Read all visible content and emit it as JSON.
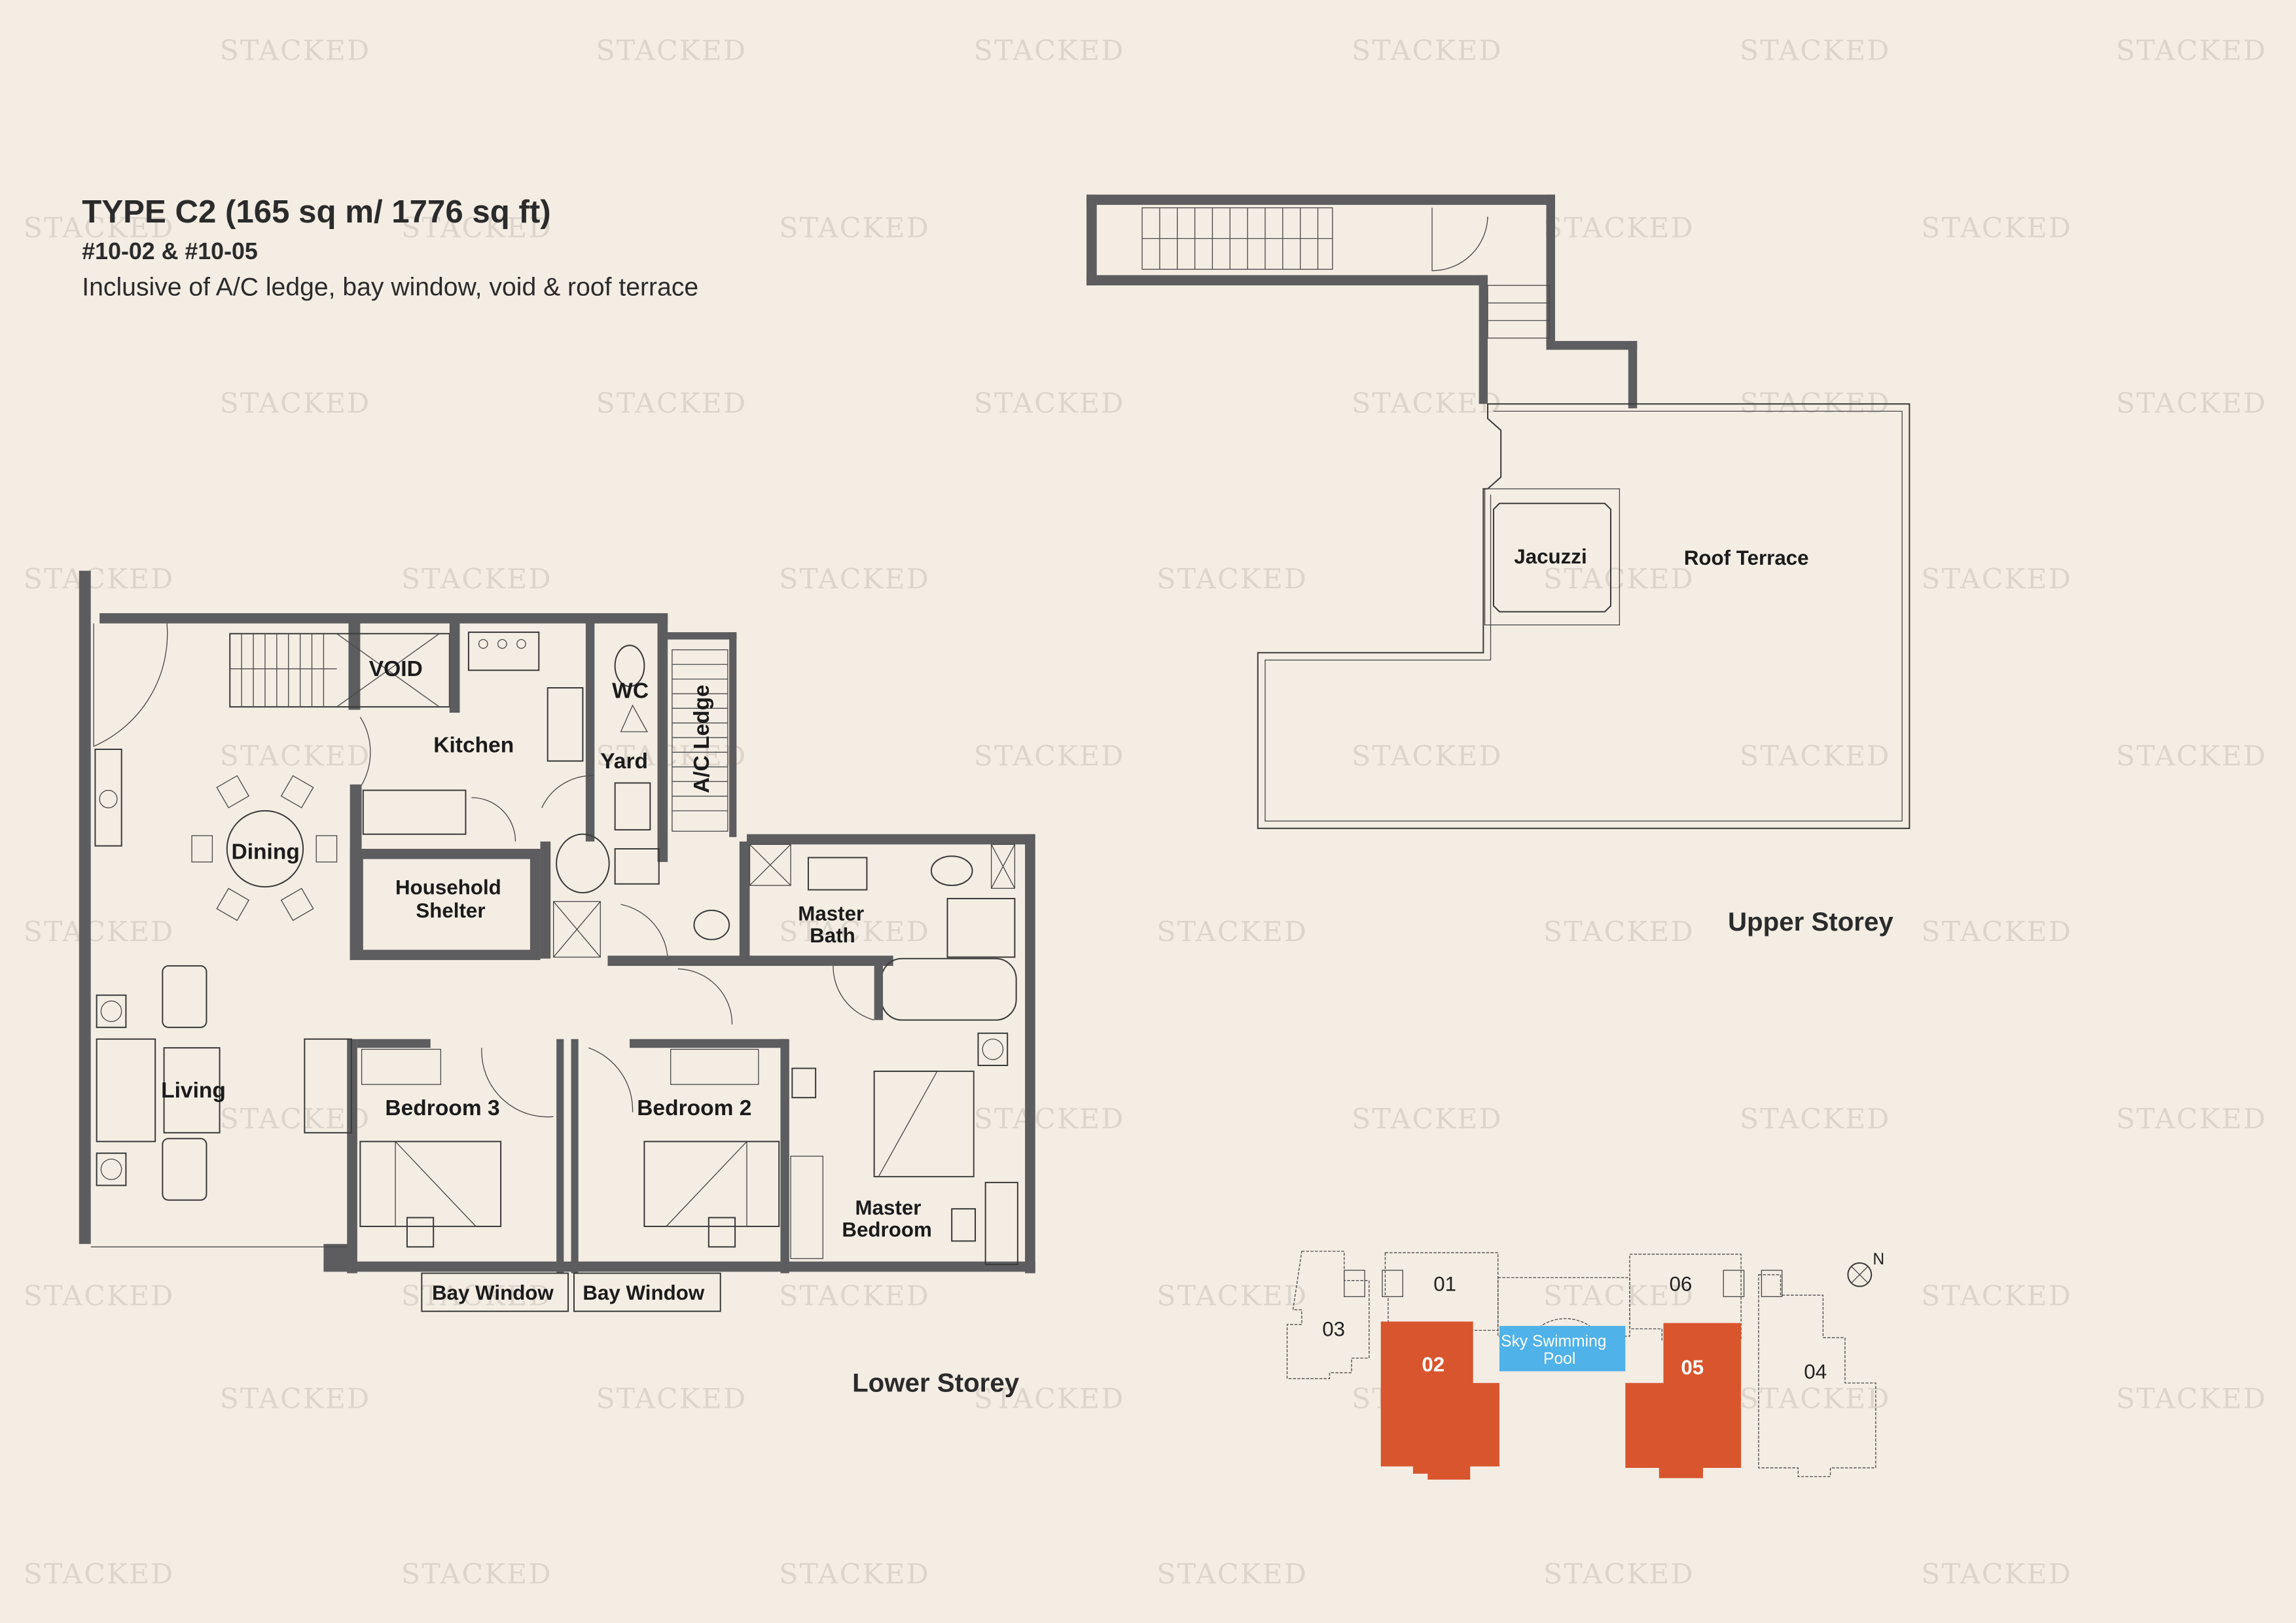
{
  "header": {
    "title": "TYPE C2 (165 sq m/ 1776 sq ft)",
    "units": "#10-02 & #10-05",
    "note": "Inclusive of A/C ledge, bay window, void & roof terrace"
  },
  "lower_storey": {
    "caption": "Lower Storey",
    "rooms": {
      "void": "VOID",
      "kitchen": "Kitchen",
      "wc": "WC",
      "yard": "Yard",
      "ac_ledge": "A/C Ledge",
      "dining": "Dining",
      "household_shelter_1": "Household",
      "household_shelter_2": "Shelter",
      "master_bath_1": "Master",
      "master_bath_2": "Bath",
      "living": "Living",
      "bedroom3": "Bedroom 3",
      "bedroom2": "Bedroom 2",
      "master_bedroom_1": "Master",
      "master_bedroom_2": "Bedroom",
      "bay_window_left": "Bay Window",
      "bay_window_right": "Bay Window"
    }
  },
  "upper_storey": {
    "caption": "Upper Storey",
    "rooms": {
      "jacuzzi": "Jacuzzi",
      "roof_terrace": "Roof Terrace"
    }
  },
  "key_plan": {
    "units": [
      {
        "id": "01",
        "highlighted": false
      },
      {
        "id": "02",
        "highlighted": true
      },
      {
        "id": "03",
        "highlighted": false
      },
      {
        "id": "04",
        "highlighted": false
      },
      {
        "id": "05",
        "highlighted": true
      },
      {
        "id": "06",
        "highlighted": false
      }
    ],
    "pool_line1": "Sky Swimming",
    "pool_line2": "Pool",
    "north_label": "N",
    "highlight_color": "#d9552d",
    "pool_color": "#4fb2e8"
  },
  "watermark": "STACKED"
}
